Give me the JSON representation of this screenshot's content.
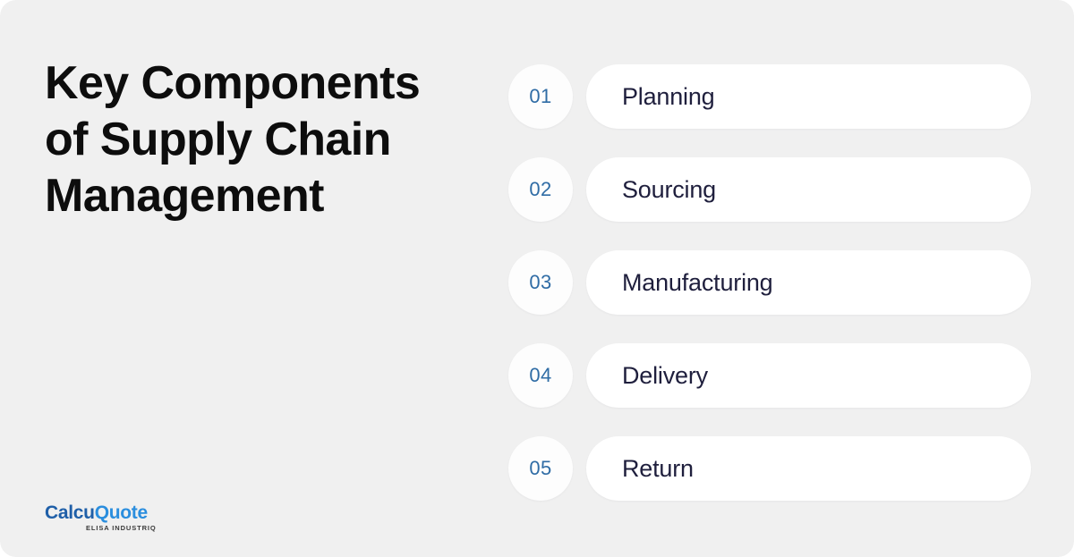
{
  "canvas": {
    "background_color": "#f0f0f0",
    "page_background_color": "#ffffff"
  },
  "heading": {
    "title": "Key Components\nof Supply Chain\nManagement",
    "color": "#0d0d0d"
  },
  "brand": {
    "wordmark_part1": "Calcu",
    "wordmark_part2": "Quote",
    "tagline": "ELISA INDUSTRIQ",
    "color_part1": "#1f5fa8",
    "color_part2": "#2b8ede",
    "tagline_color": "#3a3a3a"
  },
  "list": {
    "number_color": "#2f6ca5",
    "label_color": "#1f1f3d",
    "pill_color": "#ffffff",
    "badge_color": "#fdfdfd",
    "items": [
      {
        "number": "01",
        "label": "Planning"
      },
      {
        "number": "02",
        "label": "Sourcing"
      },
      {
        "number": "03",
        "label": "Manufacturing"
      },
      {
        "number": "04",
        "label": "Delivery"
      },
      {
        "number": "05",
        "label": "Return"
      }
    ]
  }
}
